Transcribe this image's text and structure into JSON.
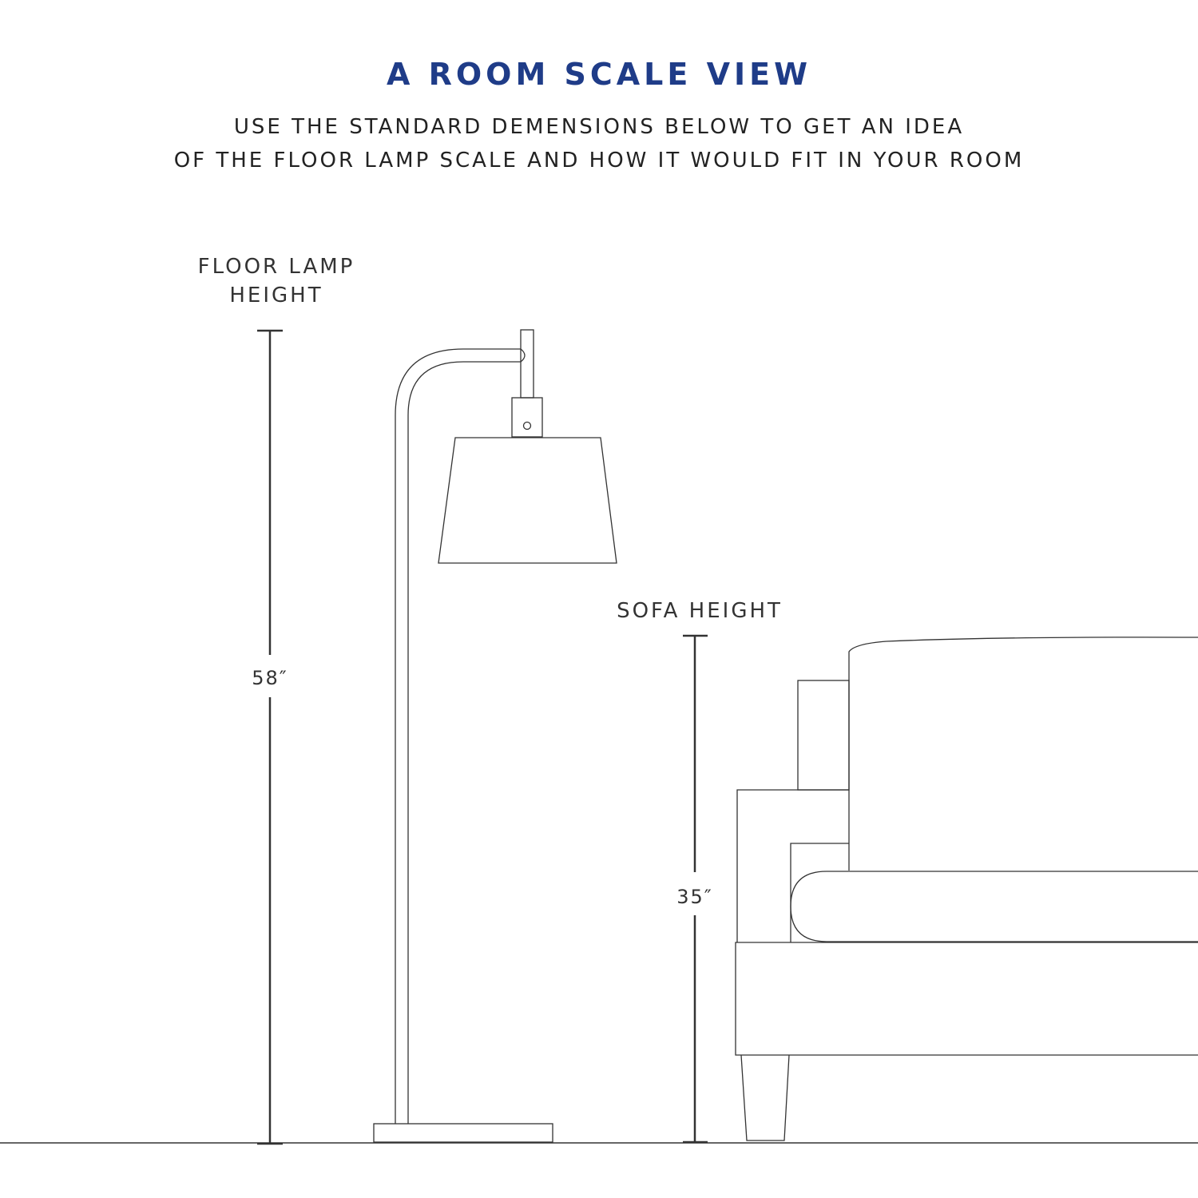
{
  "title": "A ROOM SCALE VIEW",
  "subtitle": {
    "line1": "USE THE STANDARD DEMENSIONS BELOW TO GET AN IDEA",
    "line2": "OF THE FLOOR LAMP SCALE AND HOW IT WOULD FIT IN YOUR ROOM"
  },
  "lamp": {
    "label_line1": "FLOOR LAMP",
    "label_line2": "HEIGHT",
    "height": "58″"
  },
  "sofa": {
    "label": "SOFA HEIGHT",
    "height": "35″"
  },
  "colors": {
    "title": "#1f3c88",
    "line": "#333333"
  }
}
